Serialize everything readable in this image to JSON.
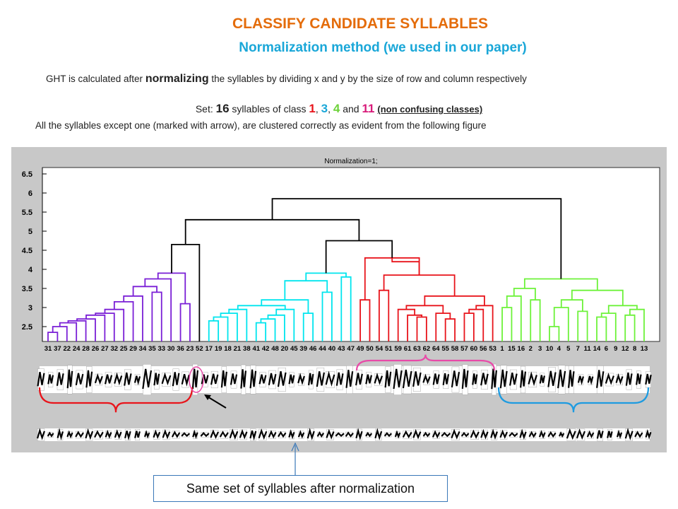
{
  "header": {
    "title": "CLASSIFY CANDIDATE SYLLABLES",
    "subtitle": "Normalization method (we used in our paper)",
    "desc_pre": "GHT is calculated after ",
    "desc_bold": "normalizing",
    "desc_post": " the syllables by dividing x and y by the size of row and column respectively",
    "set_pre": "Set: ",
    "set_count": "16",
    "set_mid": " syllables of class ",
    "class_1": "1",
    "sep_1": ", ",
    "class_3": "3",
    "sep_2": ", ",
    "class_4": "4",
    "and_text": " and ",
    "class_11": "11",
    "set_note": "(non confusing classes)",
    "all_line": "All the syllables except one (marked with arrow), are clustered correctly as evident from the following figure"
  },
  "figure": {
    "plot_title": "Normalization=1;",
    "y_ticks": [
      "6.5",
      "6",
      "5.5",
      "5",
      "4.5",
      "4",
      "3.5",
      "3",
      "2.5"
    ],
    "y_values": [
      6.5,
      6,
      5.5,
      5,
      4.5,
      4,
      3.5,
      3,
      2.5
    ],
    "leaf_labels": [
      "31",
      "37",
      "22",
      "24",
      "28",
      "26",
      "27",
      "32",
      "25",
      "29",
      "34",
      "35",
      "33",
      "30",
      "36",
      "23",
      "52",
      "17",
      "19",
      "18",
      "21",
      "38",
      "41",
      "42",
      "48",
      "20",
      "45",
      "39",
      "46",
      "44",
      "40",
      "43",
      "47",
      "49",
      "50",
      "54",
      "51",
      "59",
      "61",
      "63",
      "62",
      "64",
      "55",
      "58",
      "57",
      "60",
      "56",
      "53",
      "1",
      "15",
      "16",
      "2",
      "3",
      "10",
      "4",
      "5",
      "7",
      "11",
      "14",
      "6",
      "9",
      "12",
      "8",
      "13"
    ],
    "colors": {
      "cluster_purple": "#7a1fd6",
      "cluster_cyan": "#00e5ee",
      "cluster_red": "#e8141b",
      "cluster_green": "#6df23a",
      "root": "#000000",
      "brace_red": "#e8141b",
      "brace_blue": "#1e9be0",
      "brace_pink": "#e84aa8",
      "marker_circle": "#e84aa8",
      "panel_bg": "#c8c8c8"
    }
  },
  "caption": {
    "text": "Same set of syllables after normalization"
  }
}
